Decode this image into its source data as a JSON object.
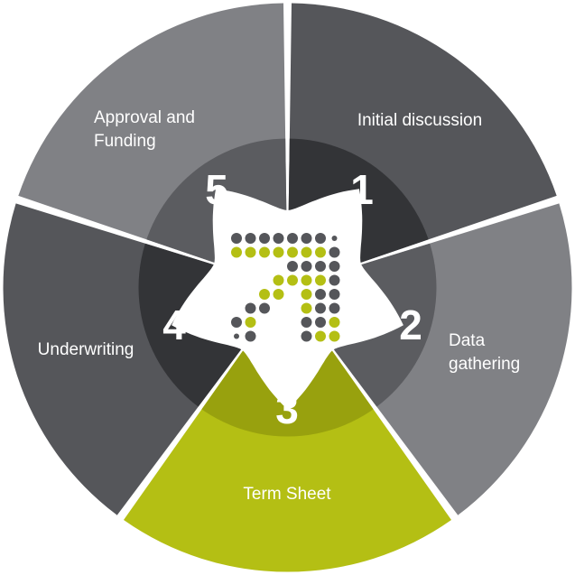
{
  "steps": [
    {
      "number": "1",
      "label_lines": [
        "Initial discussion"
      ],
      "color": "#55565a",
      "inner_color": "#333437"
    },
    {
      "number": "2",
      "label_lines": [
        "Data",
        "gathering"
      ],
      "color": "#808185",
      "inner_color": "#5b5c60"
    },
    {
      "number": "3",
      "label_lines": [
        "Term Sheet"
      ],
      "color": "#b4bf14",
      "inner_color": "#98a10e"
    },
    {
      "number": "4",
      "label_lines": [
        "Underwriting"
      ],
      "color": "#55565a",
      "inner_color": "#333437"
    },
    {
      "number": "5",
      "label_lines": [
        "Approval and",
        "Funding"
      ],
      "color": "#808185",
      "inner_color": "#5b5c60"
    }
  ],
  "logo": {
    "icon": "diagonal-arrow-dot-icon",
    "colors": {
      "dark": "#55565a",
      "accent": "#b4bf14"
    }
  }
}
